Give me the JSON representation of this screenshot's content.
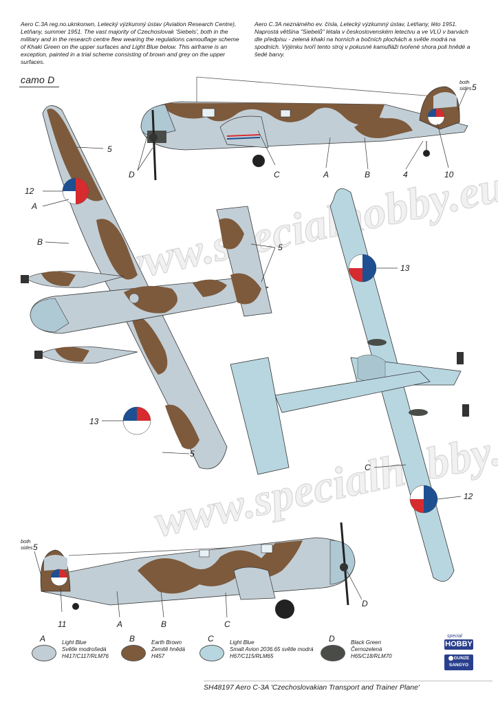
{
  "description_en": "Aero C.3A reg.no.uknkonwn, Letecký výzkumný ústav (Aviation Research Centre), Letňany, summer 1951. The vast majority of Czechoslovak 'Siebels', both in the military and in the research centre flew wearing the regulations camouflage scheme of Khaki Green on the upper surfaces and Light Blue below. This airframe is an exception, painted in a trial scheme consisting of brown and grey on the upper surfaces.",
  "description_cz": "Aero C.3A neznámého ev. čísla, Letecký výzkumný ústav, Letňany, léto 1951. Naprostá většina \"Siebelů\" létala v československém letectvu a ve VLÚ v barvách dle předpisu - zelená khaki na horních a bočních plochách a světle modrá na spodních. Výjimku tvoří tento stroj v pokusné kamufláži tvořené shora poli hnědé a šedé barvy.",
  "camo_label": "camo D",
  "watermark": "www.specialhobby.eu",
  "callouts": {
    "both_sides": [
      "both",
      "sides"
    ],
    "n5": "5",
    "n4": "4",
    "n10": "10",
    "n11": "11",
    "n12": "12",
    "n13": "13",
    "A": "A",
    "B": "B",
    "C": "C",
    "D": "D"
  },
  "legend": [
    {
      "letter": "A",
      "color": "#c2ced6",
      "lines": [
        "Light Blue",
        "Světle modrošedá",
        "H417/C117/RLM76"
      ]
    },
    {
      "letter": "B",
      "color": "#7d5a3c",
      "lines": [
        "Earth Brown",
        "Zemitě hnědá",
        "H457"
      ]
    },
    {
      "letter": "C",
      "color": "#b8d6e0",
      "lines": [
        "Light Blue",
        "Smalt Avion 2036.65 světle modrá",
        "H67/C115/RLM65"
      ]
    },
    {
      "letter": "D",
      "color": "#4a4d47",
      "lines": [
        "Black Green",
        "Černozelená",
        "H65/C18/RLM70"
      ]
    }
  ],
  "logos": {
    "special": "special",
    "hobby": "HOBBY",
    "gunze": [
      "GUNZE",
      "SANGYO"
    ]
  },
  "footer": "SH48197  Aero C-3A  'Czechoslovakian Transport and Trainer Plane'",
  "colors": {
    "brown": "#7d5a3c",
    "grey_blue": "#c2ced6",
    "light_blue": "#b8d6e0",
    "roundel_red": "#d62b2f",
    "roundel_blue": "#1d4f91",
    "logo_blue": "#2a3f8c"
  }
}
